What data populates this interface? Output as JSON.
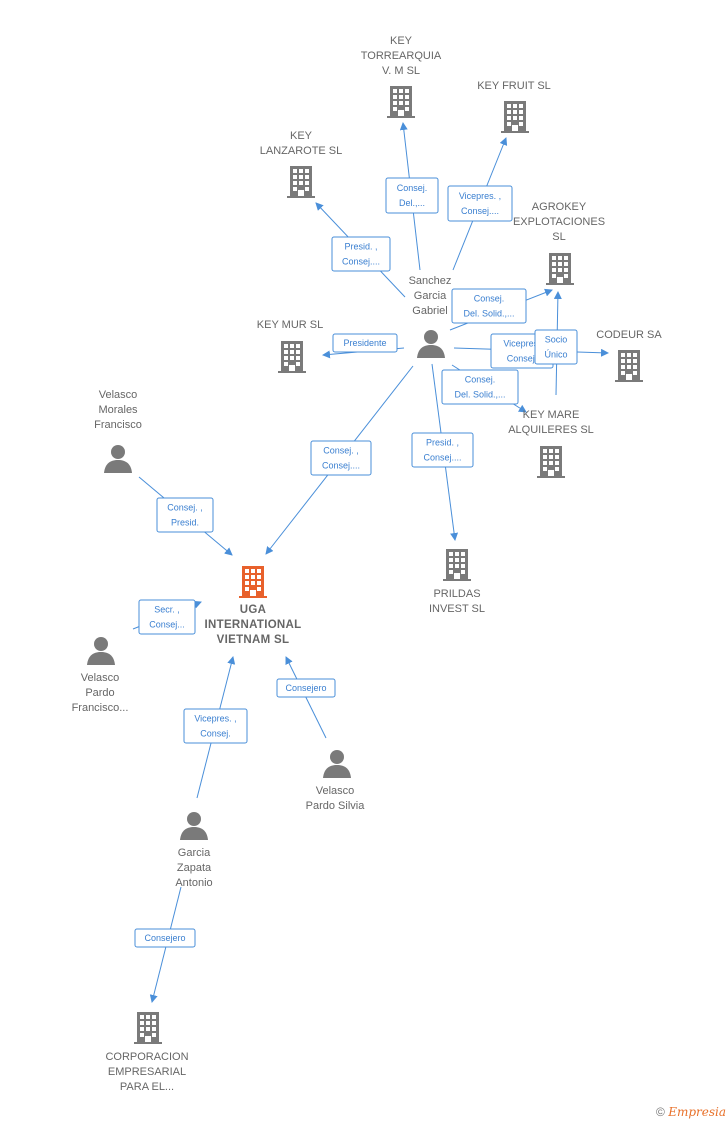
{
  "colors": {
    "company": "#7a7a7a",
    "main_company": "#e8612c",
    "person": "#7a7a7a",
    "edge": "#4a8fd9",
    "label": "#666666"
  },
  "nodes": [
    {
      "id": "uga",
      "type": "company",
      "main": true,
      "lines": [
        "UGA",
        "INTERNATIONAL",
        "VIETNAM SL"
      ]
    },
    {
      "id": "torrearquia",
      "type": "company",
      "lines": [
        "KEY",
        "TORREARQUIA",
        "V. M  SL"
      ]
    },
    {
      "id": "keyfruit",
      "type": "company",
      "lines": [
        "KEY FRUIT  SL"
      ]
    },
    {
      "id": "lanzarote",
      "type": "company",
      "lines": [
        "KEY",
        "LANZAROTE SL"
      ]
    },
    {
      "id": "agrokey",
      "type": "company",
      "lines": [
        "AGROKEY",
        "EXPLOTACIONES",
        "SL"
      ]
    },
    {
      "id": "keymur",
      "type": "company",
      "lines": [
        "KEY MUR SL"
      ]
    },
    {
      "id": "codeur",
      "type": "company",
      "lines": [
        "CODEUR SA"
      ]
    },
    {
      "id": "keymare",
      "type": "company",
      "lines": [
        "KEY MARE",
        "ALQUILERES SL"
      ]
    },
    {
      "id": "prildas",
      "type": "company",
      "lines": [
        "PRILDAS",
        "INVEST SL"
      ]
    },
    {
      "id": "corporacion",
      "type": "company",
      "lines": [
        "CORPORACION",
        "EMPRESARIAL",
        "PARA EL..."
      ]
    },
    {
      "id": "sanchez",
      "type": "person",
      "lines": [
        "Sanchez",
        "Garcia",
        "Gabriel"
      ]
    },
    {
      "id": "velasco_morales",
      "type": "person",
      "lines": [
        "Velasco",
        "Morales",
        "Francisco"
      ]
    },
    {
      "id": "velasco_pardo_f",
      "type": "person",
      "lines": [
        "Velasco",
        "Pardo",
        "Francisco..."
      ]
    },
    {
      "id": "velasco_pardo_s",
      "type": "person",
      "lines": [
        "Velasco",
        "Pardo Silvia"
      ]
    },
    {
      "id": "garcia_zapata",
      "type": "person",
      "lines": [
        "Garcia",
        "Zapata",
        "Antonio"
      ]
    }
  ],
  "edges": [
    {
      "id": "e-torrearquia",
      "from": "sanchez",
      "to": "torrearquia",
      "label": [
        "Consej.",
        "Del.,..."
      ]
    },
    {
      "id": "e-keyfruit",
      "from": "sanchez",
      "to": "keyfruit",
      "label": [
        "Vicepres. ,",
        "Consej...."
      ]
    },
    {
      "id": "e-lanzarote",
      "from": "sanchez",
      "to": "lanzarote",
      "label": [
        "Presid. ,",
        "Consej...."
      ]
    },
    {
      "id": "e-agrokey",
      "from": "sanchez",
      "to": "agrokey",
      "label": [
        "Consej.",
        "Del. Solid.,..."
      ]
    },
    {
      "id": "e-keymur",
      "from": "sanchez",
      "to": "keymur",
      "label": [
        "Presidente"
      ]
    },
    {
      "id": "e-codeur",
      "from": "sanchez",
      "to": "codeur",
      "label": [
        "Vicepres.",
        "Consej."
      ]
    },
    {
      "id": "e-socio",
      "from": "keymare",
      "to": "agrokey",
      "label": [
        "Socio",
        "Único"
      ]
    },
    {
      "id": "e-keymare",
      "from": "sanchez",
      "to": "keymare",
      "label": [
        "Consej.",
        "Del. Solid.,..."
      ]
    },
    {
      "id": "e-prildas",
      "from": "sanchez",
      "to": "prildas",
      "label": [
        "Presid. ,",
        "Consej...."
      ]
    },
    {
      "id": "e-uga-sanchez",
      "from": "sanchez",
      "to": "uga",
      "label": [
        "Consej. ,",
        "Consej...."
      ]
    },
    {
      "id": "e-uga-vmf",
      "from": "velasco_morales",
      "to": "uga",
      "label": [
        "Consej. ,",
        "Presid."
      ]
    },
    {
      "id": "e-uga-vpf",
      "from": "velasco_pardo_f",
      "to": "uga",
      "label": [
        "Secr. ,",
        "Consej..."
      ]
    },
    {
      "id": "e-uga-vps",
      "from": "velasco_pardo_s",
      "to": "uga",
      "label": [
        "Consejero"
      ]
    },
    {
      "id": "e-uga-gza",
      "from": "garcia_zapata",
      "to": "uga",
      "label": [
        "Vicepres. ,",
        "Consej."
      ]
    },
    {
      "id": "e-corp",
      "from": "garcia_zapata",
      "to": "corporacion",
      "label": [
        "Consejero"
      ]
    }
  ],
  "footer": {
    "copyright": "©",
    "brand": "Empresia"
  }
}
